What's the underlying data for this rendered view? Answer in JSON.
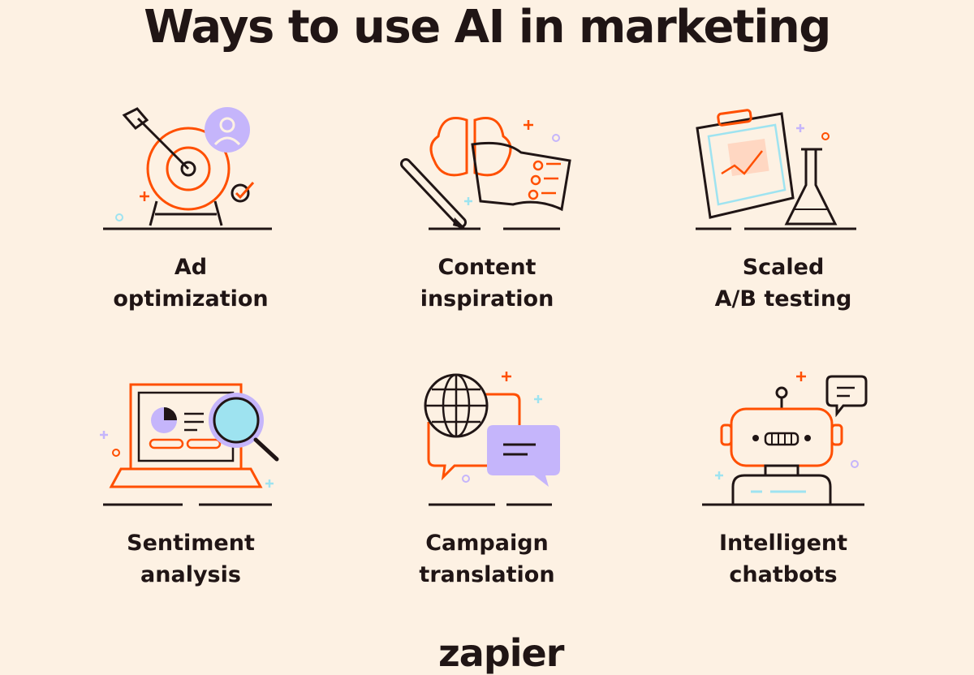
{
  "title": "Ways to use AI in marketing",
  "items": [
    {
      "line1": "Ad",
      "line2": "optimization",
      "icon": "target-arrow-icon"
    },
    {
      "line1": "Content",
      "line2": "inspiration",
      "icon": "brain-pen-book-icon"
    },
    {
      "line1": "Scaled",
      "line2": "A/B testing",
      "icon": "clipboard-flask-icon"
    },
    {
      "line1": "Sentiment",
      "line2": "analysis",
      "icon": "laptop-magnifier-icon"
    },
    {
      "line1": "Campaign",
      "line2": "translation",
      "icon": "globe-chat-icon"
    },
    {
      "line1": "Intelligent",
      "line2": "chatbots",
      "icon": "robot-chat-icon"
    }
  ],
  "brand": "zapier",
  "colors": {
    "background": "#fdf1e3",
    "ink": "#201515",
    "orange": "#ff4f00",
    "lavender": "#c5b5fb",
    "sky": "#9ee3f0"
  }
}
